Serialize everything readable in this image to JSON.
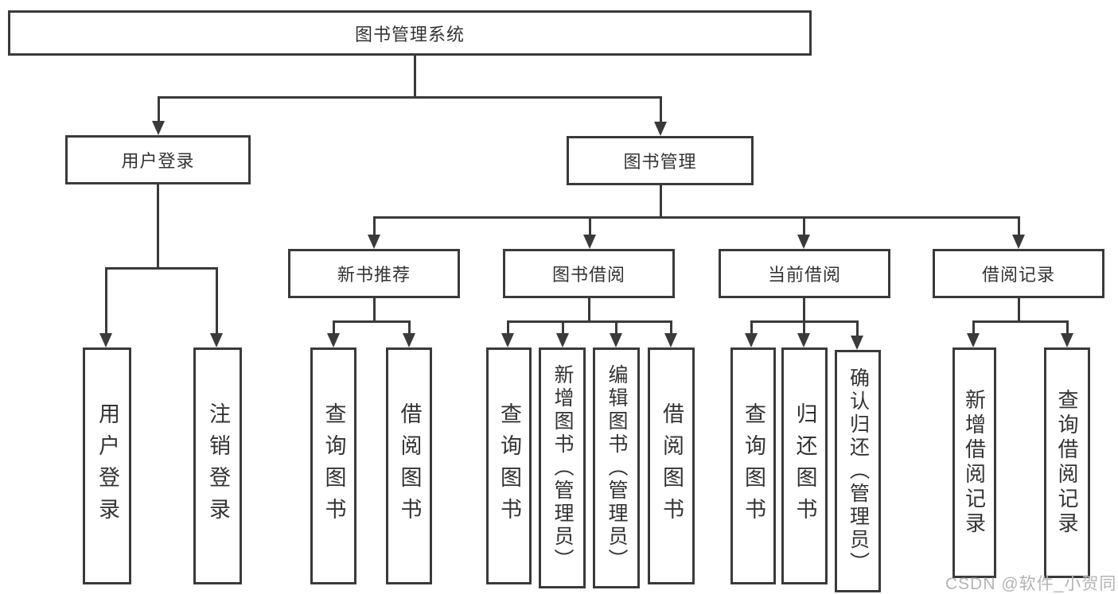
{
  "diagram": {
    "root": "图书管理系统",
    "branches": [
      {
        "label": "用户登录",
        "children": [
          "用户登录",
          "注销登录"
        ]
      },
      {
        "label": "图书管理",
        "groups": [
          {
            "label": "新书推荐",
            "children": [
              "查询图书",
              "借阅图书"
            ]
          },
          {
            "label": "图书借阅",
            "children": [
              "查询图书",
              "新增图书（管理员）",
              "编辑图书（管理员）",
              "借阅图书"
            ]
          },
          {
            "label": "当前借阅",
            "children": [
              "查询图书",
              "归还图书",
              "确认归还（管理员）"
            ]
          },
          {
            "label": "借阅记录",
            "children": [
              "新增借阅记录",
              "查询借阅记录"
            ]
          }
        ]
      }
    ]
  },
  "watermark": {
    "text": "CSDN @软件_小贺同学"
  },
  "colors": {
    "line": "#3a3a3a",
    "text": "#333333",
    "background": "#ffffff",
    "watermark": "#b4b4b4"
  }
}
